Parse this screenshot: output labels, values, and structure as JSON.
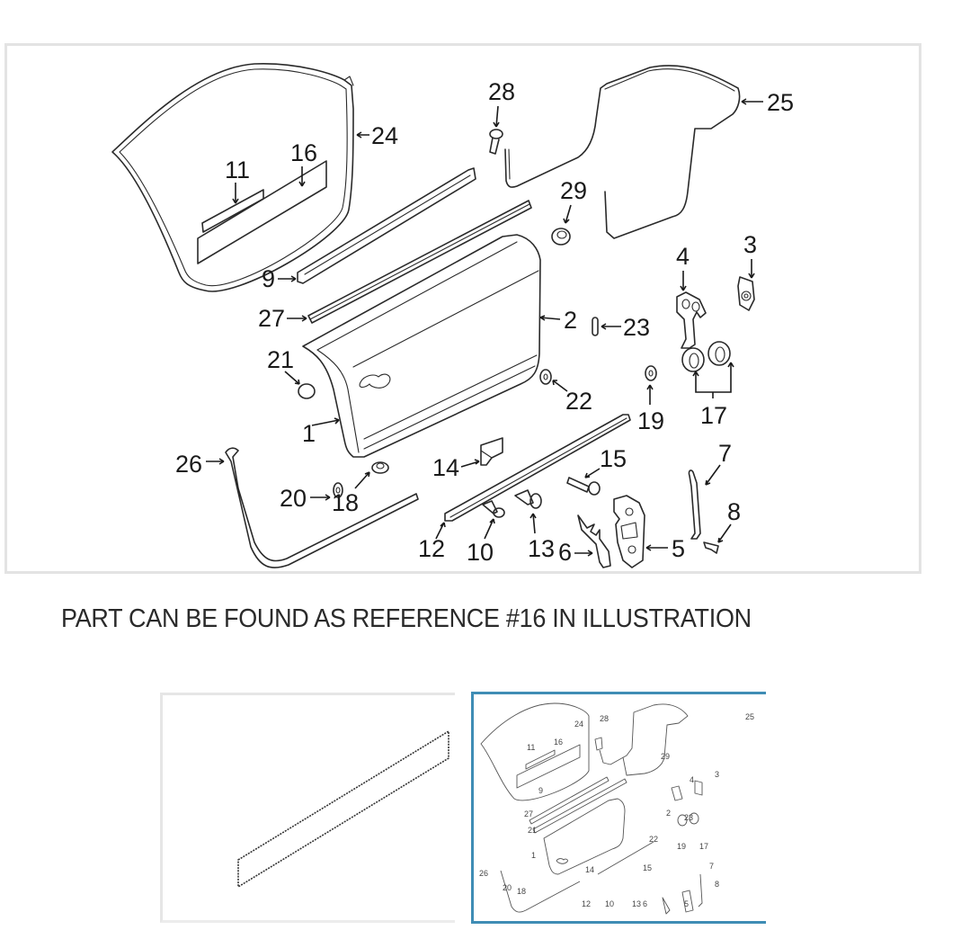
{
  "main_diagram": {
    "alt": "Door component exploded parts diagram",
    "callouts": {
      "c1": "1",
      "c2": "2",
      "c3": "3",
      "c4": "4",
      "c5": "5",
      "c6": "6",
      "c7": "7",
      "c8": "8",
      "c9": "9",
      "c10": "10",
      "c11": "11",
      "c12": "12",
      "c13": "13",
      "c14": "14",
      "c15": "15",
      "c16": "16",
      "c17": "17",
      "c18": "18",
      "c19": "19",
      "c20": "20",
      "c21": "21",
      "c22": "22",
      "c23": "23",
      "c24": "24",
      "c25": "25",
      "c26": "26",
      "c27": "27",
      "c28": "28",
      "c29": "29"
    }
  },
  "caption": "PART CAN BE FOUND AS REFERENCE #16 IN ILLUSTRATION",
  "thumbnails": [
    {
      "alt": "Part #16 molding strip",
      "selected": false
    },
    {
      "alt": "Full door parts illustration",
      "selected": true
    }
  ],
  "colors": {
    "selected_border": "#3f8db5",
    "frame_border": "#e3e3e3",
    "line_art": "#2a2a2a"
  }
}
